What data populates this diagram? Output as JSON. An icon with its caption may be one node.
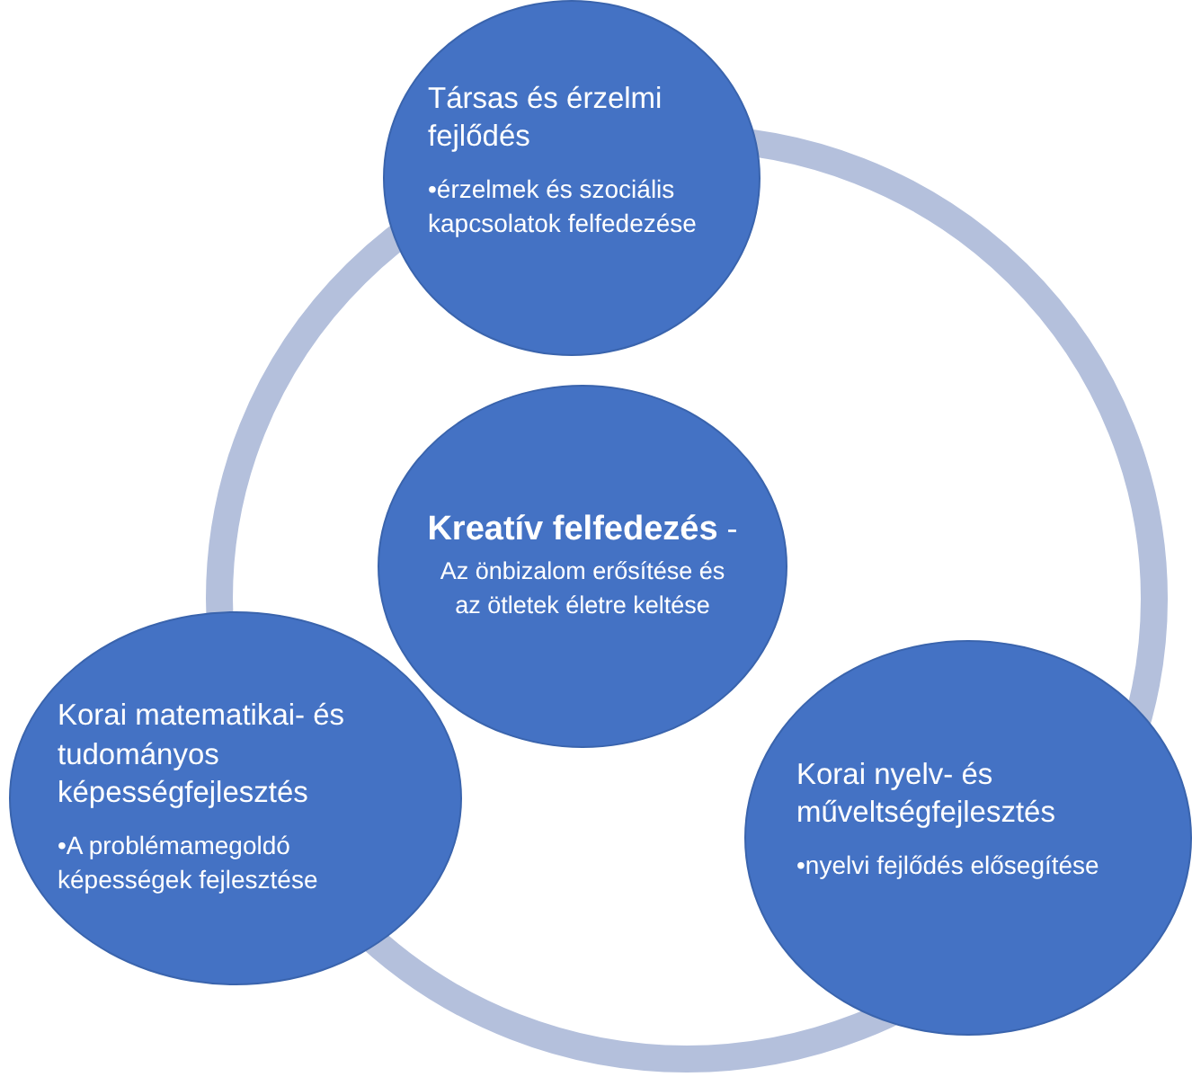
{
  "diagram": {
    "nodes": [
      {
        "text": [
          "Társas és érzelmi fejlődés",
          "•érzelmek és szociális kapcsolatok felfedezése"
        ]
      },
      {
        "text": [
          "**Kreatív felfedezés** -",
          "Az önbizalom erősítése és az ötletek életre keltése"
        ]
      },
      {
        "text": [
          "Korai matematikai- és tudományos képességfejlesztés",
          "•A problémamegoldó képességek fejlesztése"
        ]
      },
      {
        "text": [
          "Korai nyelv- és műveltségfejlesztés",
          "•nyelvi fejlődés elősegítése"
        ]
      }
    ]
  }
}
